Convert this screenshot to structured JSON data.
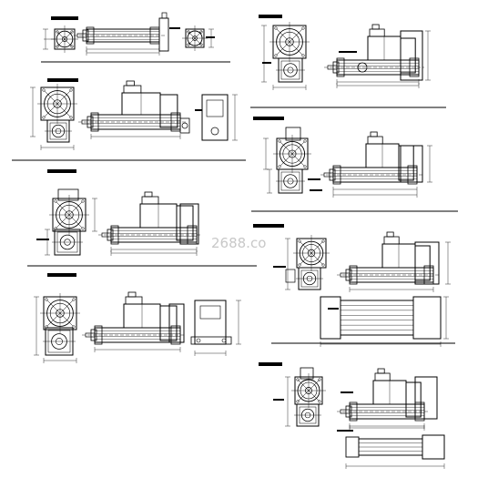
{
  "sheet": {
    "background": "#ffffff",
    "line_color": "#000000",
    "watermark_text": "2688.co",
    "watermark_color": "#c8c8c8"
  },
  "drawings": [
    {
      "id": "fig-1"
    },
    {
      "id": "fig-2"
    },
    {
      "id": "fig-3"
    },
    {
      "id": "fig-4"
    },
    {
      "id": "fig-5"
    },
    {
      "id": "fig-6"
    },
    {
      "id": "fig-7"
    },
    {
      "id": "fig-8"
    }
  ]
}
